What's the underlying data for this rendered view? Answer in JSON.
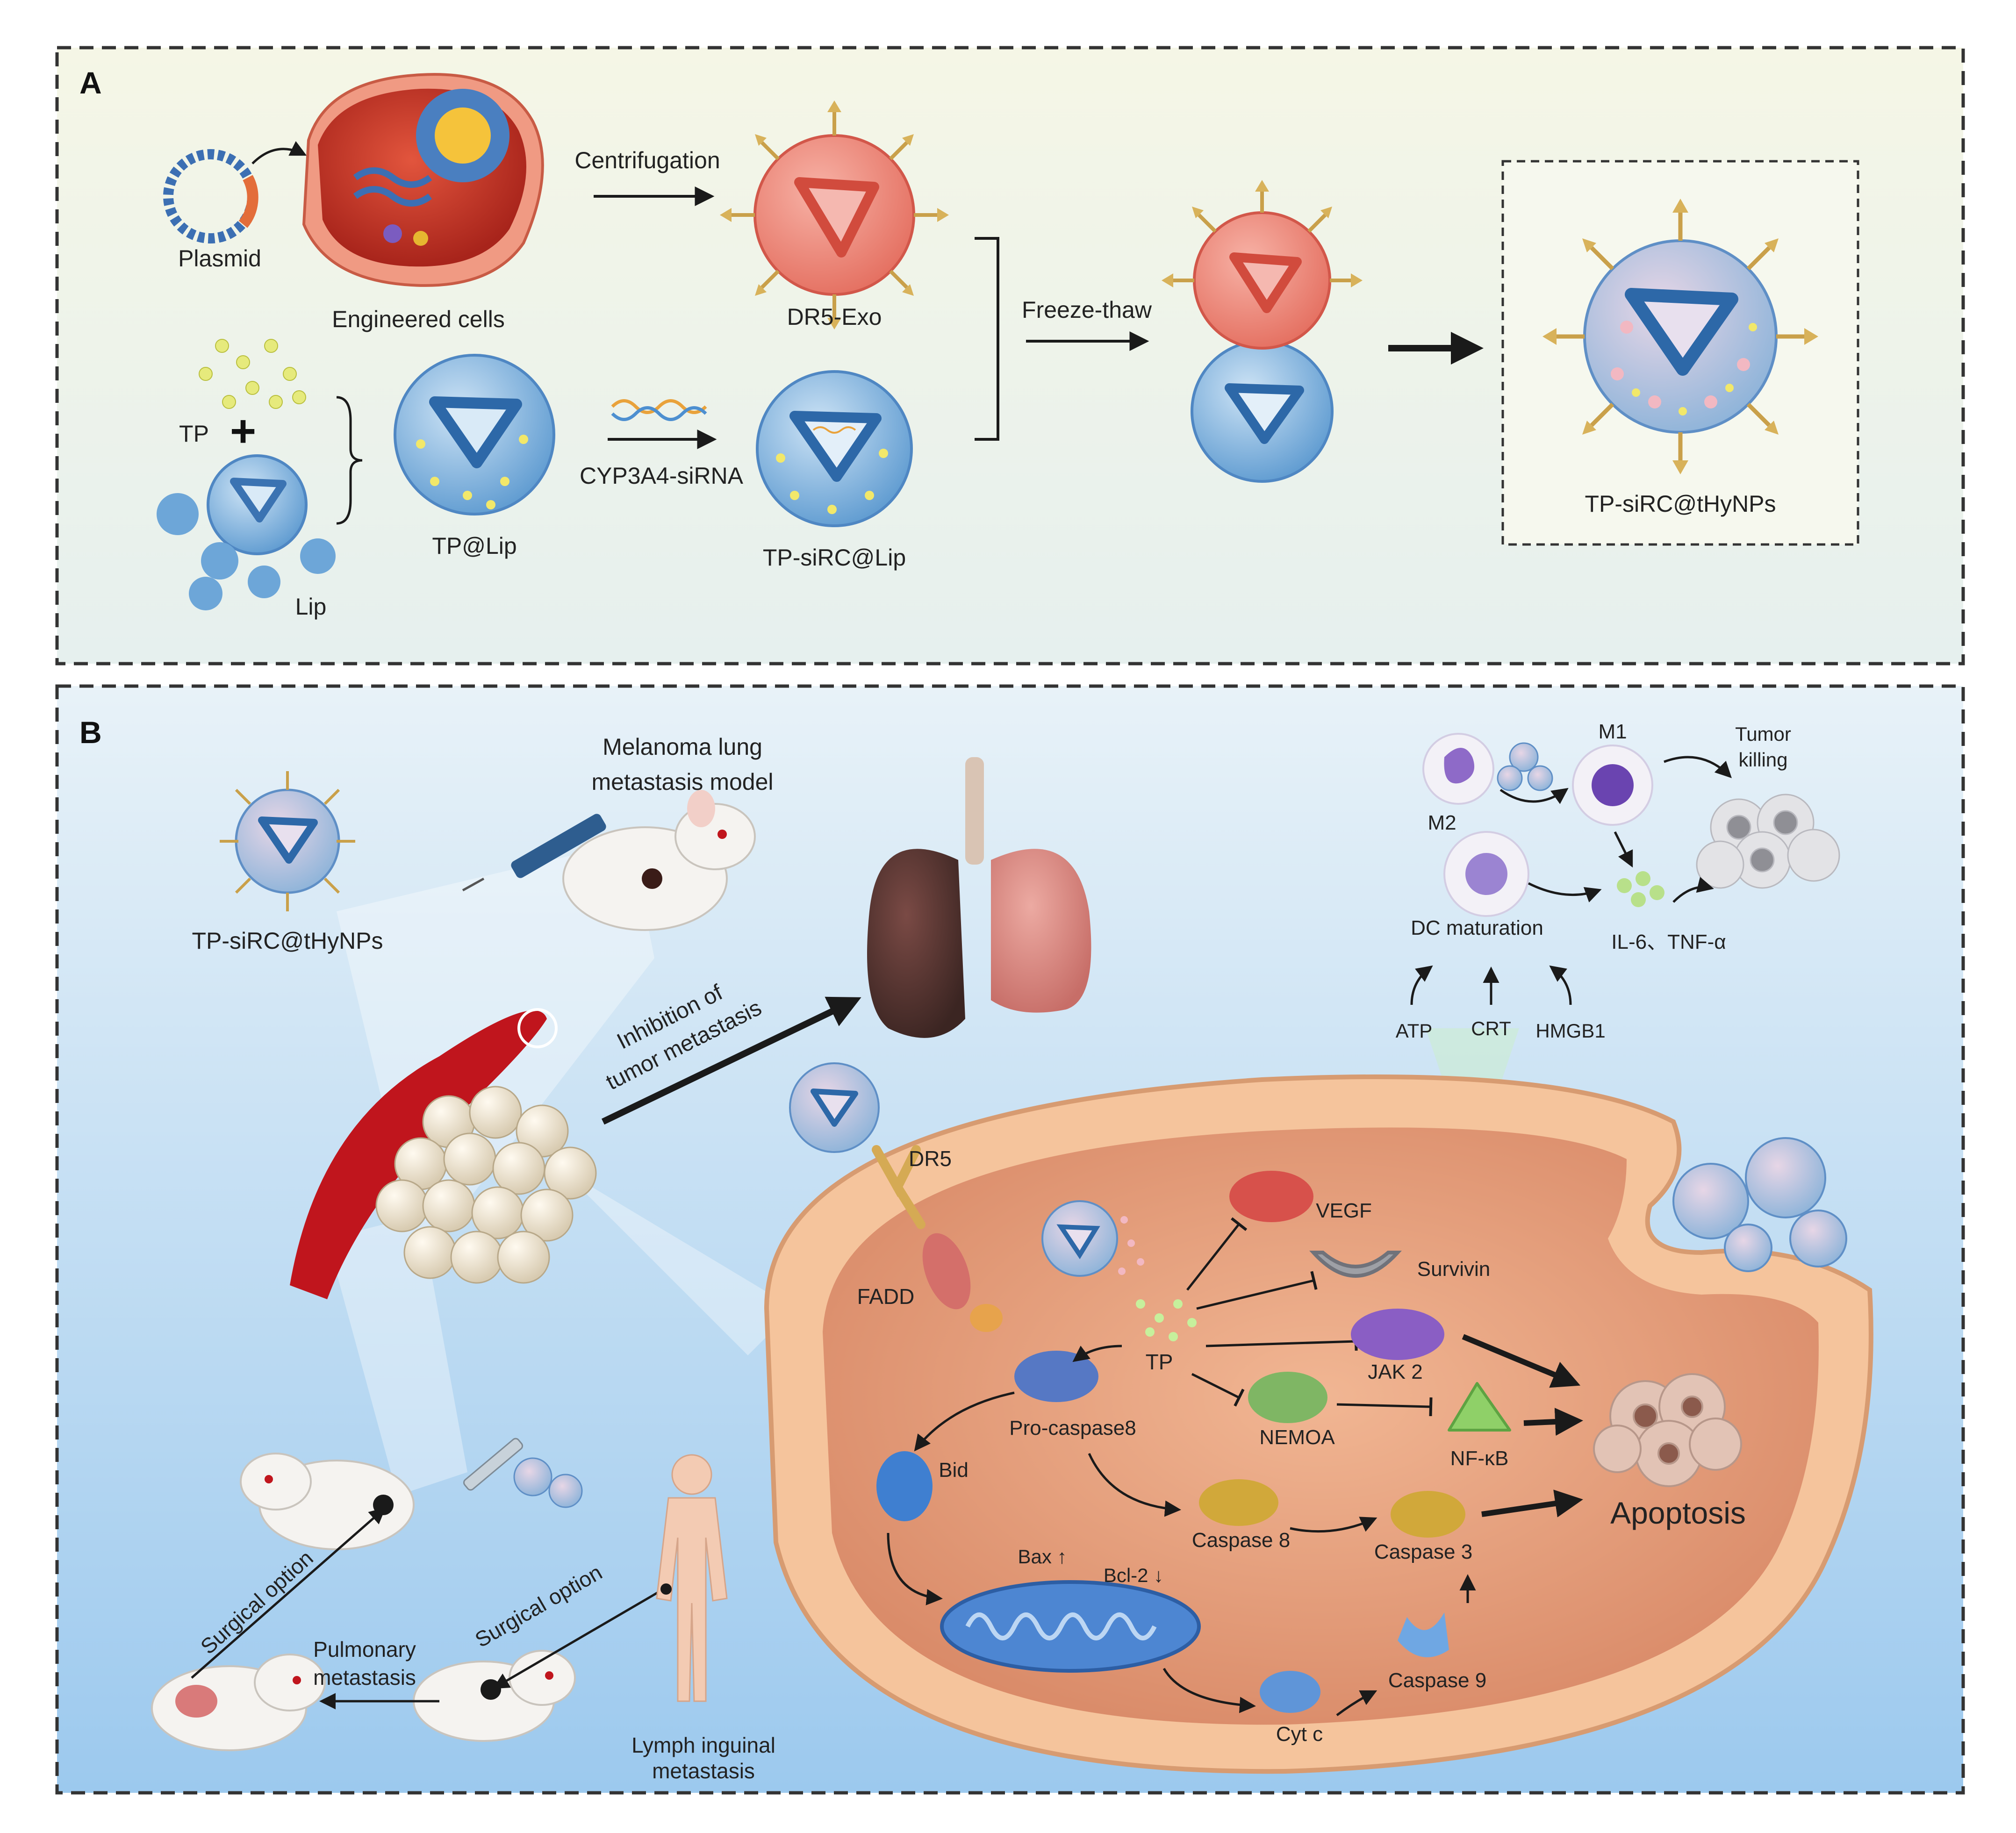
{
  "panelA": {
    "letter": "A",
    "plasmid": "Plasmid",
    "engineered_cells": "Engineered cells",
    "centrifugation": "Centrifugation",
    "dr5_exo": "DR5-Exo",
    "freeze_thaw": "Freeze-thaw",
    "tp": "TP",
    "lip": "Lip",
    "tp_lip": "TP@Lip",
    "sirna": "CYP3A4-siRNA",
    "tp_sirc_lip": "TP-siRC@Lip",
    "product": "TP-siRC@tHyNPs"
  },
  "panelB": {
    "letter": "B",
    "nanoparticle": "TP-siRC@tHyNPs",
    "model_line1": "Melanoma lung",
    "model_line2": "metastasis model",
    "inhibition_line1": "Inhibition of",
    "inhibition_line2": "tumor metastasis",
    "m2": "M2",
    "m1": "M1",
    "tumor_line1": "Tumor",
    "tumor_line2": "killing",
    "dc": "DC maturation",
    "il6": "IL-6、TNF-α",
    "atp": "ATP",
    "crt": "CRT",
    "hmgb1": "HMGB1",
    "dr5": "DR5",
    "fadd": "FADD",
    "vegf": "VEGF",
    "survivin": "Survivin",
    "tp": "TP",
    "jak2": "JAK 2",
    "pro_caspase8": "Pro-caspase8",
    "nemoa": "NEMOA",
    "nfkb": "NF-κB",
    "apoptosis": "Apoptosis",
    "bid": "Bid",
    "caspase8": "Caspase 8",
    "caspase3": "Caspase 3",
    "bax": "Bax ↑",
    "bcl2": "Bcl-2 ↓",
    "caspase9": "Caspase 9",
    "cytc": "Cyt  c",
    "surgical1": "Surgical option",
    "surgical2": "Surgical option",
    "pulm_line1": "Pulmonary",
    "pulm_line2": "metastasis",
    "lymph_line1": "Lymph inguinal",
    "lymph_line2": "metastasis"
  },
  "colors": {
    "panelA_bg": "#f1f4e4",
    "panelB_bg": "#cfe5f5",
    "exosome": "#f08a7c",
    "liposome": "#7fb3dc",
    "cell_interior": "#e9a27c",
    "membrane": "#f6c9a2",
    "vessel": "#c0151d"
  }
}
